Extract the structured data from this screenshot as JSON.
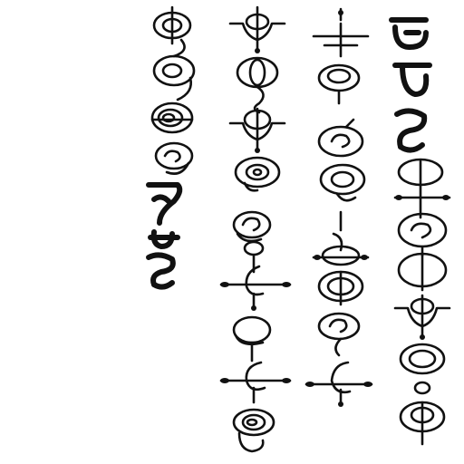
{
  "canvas": {
    "background": "#ffffff",
    "ink": "#111111"
  },
  "columns": [
    {
      "name": "column-1",
      "glyphs": [
        "circle-loop",
        "circle-loop",
        "circle-loop",
        "spiral",
        "bold-letter",
        "bold-letter",
        "bold-letter"
      ]
    },
    {
      "name": "column-2",
      "glyphs": [
        "cup-ring",
        "circle-loop",
        "cup-ring",
        "spiral",
        "spiral",
        "spiral",
        "cross-spiral",
        "circle-loop",
        "cross-spiral",
        "spiral"
      ]
    },
    {
      "name": "column-3",
      "glyphs": [
        "cross-lines",
        "circle-loop",
        "spiral",
        "spiral",
        "cross-ring",
        "circle-loop",
        "spiral",
        "cross-spiral"
      ]
    },
    {
      "name": "column-4",
      "glyphs": [
        "bold-letter",
        "bold-letter",
        "bold-letter",
        "cross-ring",
        "spiral",
        "circle-loop",
        "cup-ring",
        "circle-loop",
        "spiral"
      ]
    }
  ]
}
